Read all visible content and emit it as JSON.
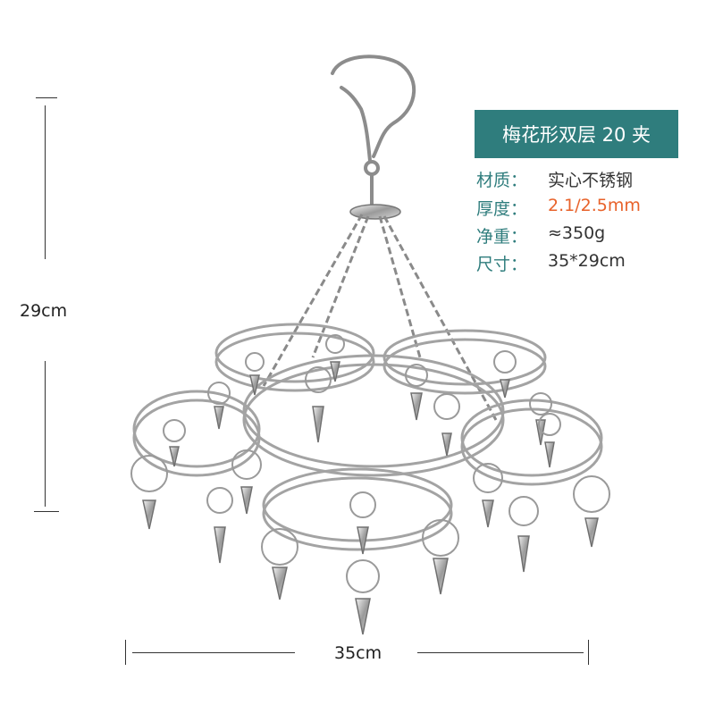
{
  "title": "梅花形双层 20 夹",
  "specs": [
    {
      "key": "材质：",
      "value": "实心不锈钢"
    },
    {
      "key": "厚度：",
      "value": "2.1/2.5mm"
    },
    {
      "key": "净重：",
      "value": "≈350g"
    },
    {
      "key": "尺寸：",
      "value": "35*29cm"
    }
  ],
  "dimensions": {
    "height_label": "29cm",
    "width_label": "35cm"
  },
  "colors": {
    "accent": "#2f7d7d",
    "highlight": "#e8622a"
  }
}
